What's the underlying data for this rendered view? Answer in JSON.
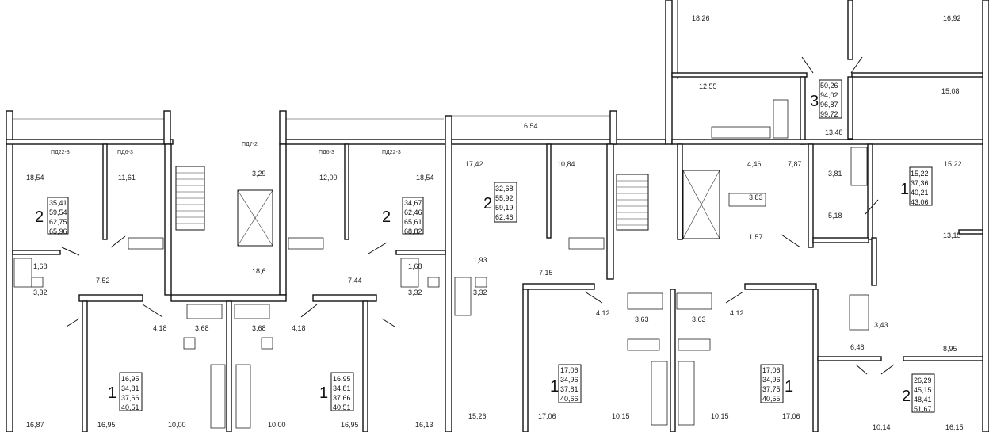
{
  "room_labels": [
    "18,26",
    "16,92",
    "12,55",
    "15,08",
    "13,48",
    "6,54",
    "17,42",
    "10,84",
    "4,46",
    "7,87",
    "3,81",
    "15,22",
    "3,83",
    "5,18",
    "1,57",
    "13,15",
    "18,54",
    "11,61",
    "3,29",
    "12,00",
    "18,54",
    "1,68",
    "1,93",
    "1,68",
    "7,52",
    "18,6",
    "7,44",
    "7,15",
    "3,32",
    "3,32",
    "3,32",
    "4,18",
    "3,68",
    "3,68",
    "4,18",
    "4,12",
    "3,63",
    "3,63",
    "4,12",
    "3,43",
    "6,48",
    "8,95",
    "16,87",
    "16,95",
    "10,00",
    "10,00",
    "16,95",
    "16,13",
    "15,26",
    "17,06",
    "10,15",
    "10,15",
    "17,06",
    "10,14",
    "16,15"
  ],
  "tags": [
    "ПД22-3",
    "ПД6-3",
    "ПД7-2",
    "ПД6-3",
    "ПД22-3"
  ],
  "apartments": [
    {
      "rooms": "2",
      "areas": [
        "35,41",
        "59,54",
        "62,75",
        "65,96"
      ]
    },
    {
      "rooms": "2",
      "areas": [
        "34,67",
        "62,46",
        "65,61",
        "68,82"
      ]
    },
    {
      "rooms": "2",
      "areas": [
        "32,68",
        "55,92",
        "59,19",
        "62,46"
      ]
    },
    {
      "rooms": "3",
      "areas": [
        "50,26",
        "94,02",
        "96,87",
        "99,72"
      ]
    },
    {
      "rooms": "1",
      "areas": [
        "15,22",
        "37,36",
        "40,21",
        "43,06"
      ]
    },
    {
      "rooms": "1",
      "areas": [
        "16,95",
        "34,81",
        "37,66",
        "40,51"
      ]
    },
    {
      "rooms": "1",
      "areas": [
        "16,95",
        "34,81",
        "37,66",
        "40,51"
      ]
    },
    {
      "rooms": "1",
      "areas": [
        "17,06",
        "34,96",
        "37,81",
        "40,66"
      ]
    },
    {
      "rooms": "1",
      "areas": [
        "17,06",
        "34,96",
        "37,75",
        "40,55"
      ]
    },
    {
      "rooms": "2",
      "areas": [
        "26,29",
        "45,15",
        "48,41",
        "51,67"
      ]
    }
  ]
}
